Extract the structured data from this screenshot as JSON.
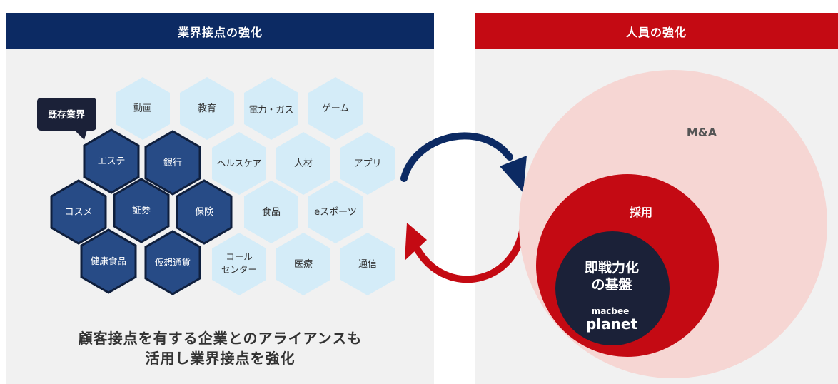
{
  "left": {
    "title": "業界接点の強化",
    "callout": "既存業界",
    "existing": [
      "エステ",
      "銀行",
      "コスメ",
      "証券",
      "保険",
      "健康食品",
      "仮想通貨"
    ],
    "new": [
      "動画",
      "教育",
      "電力・ガス",
      "ゲーム",
      "ヘルスケア",
      "人材",
      "アプリ",
      "食品",
      "eスポーツ",
      "コール",
      "センター",
      "医療",
      "通信"
    ],
    "headline_line1": "顧客接点を有する企業とのアライアンスも",
    "headline_line2": "活用し業界接点を強化"
  },
  "right": {
    "title": "人員の強化",
    "outer_label": "M&A",
    "middle_label": "採用",
    "inner_line1": "即戦力化",
    "inner_line2": "の基盤",
    "logo_top": "macbee",
    "logo_bottom": "planet"
  },
  "colors": {
    "navy": "#0c2a63",
    "red": "#c40a13",
    "existing_hex": "#274b86",
    "new_hex": "#d4ecf8",
    "outer_circle": "#f6d6d3"
  }
}
